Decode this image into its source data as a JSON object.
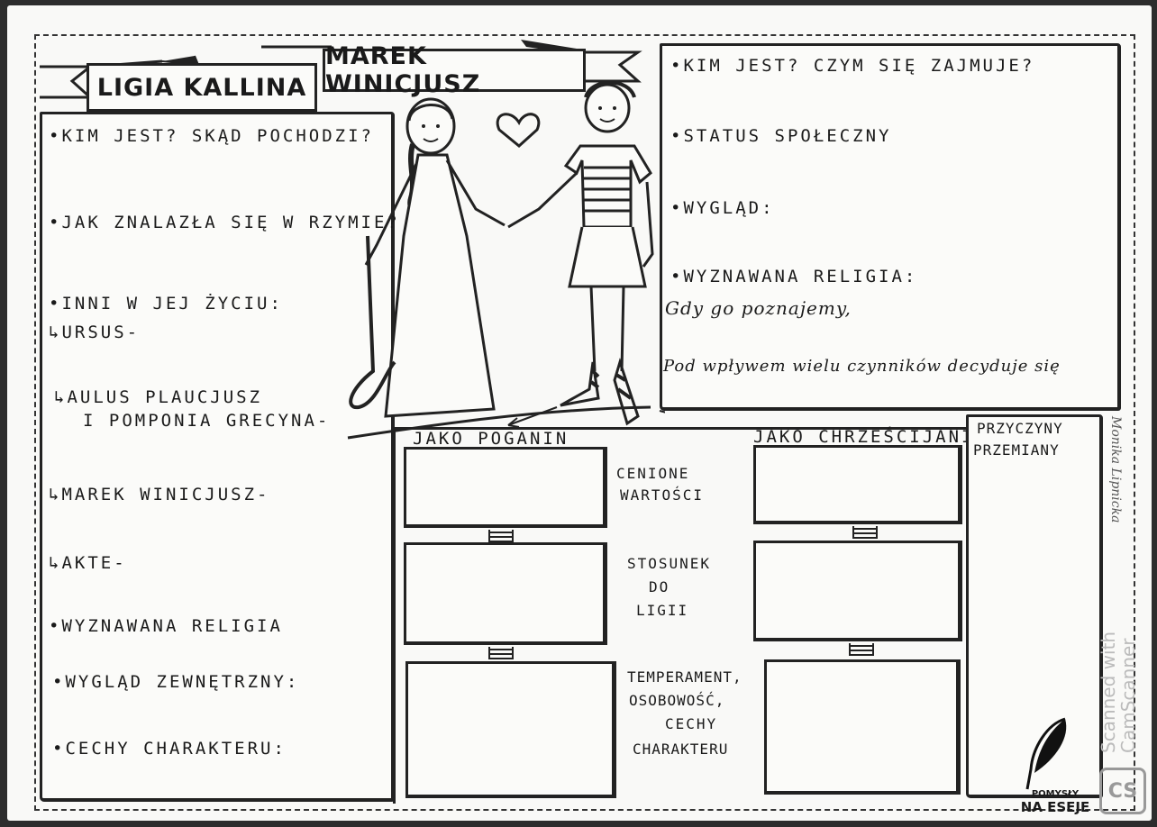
{
  "left": {
    "title": "LIGIA KALLINA",
    "items": [
      "•KIM JEST? SKĄD POCHODZI?",
      "•JAK ZNALAZŁA SIĘ W RZYMIE?",
      "•INNI W JEJ ŻYCIU:",
      "↳URSUS-",
      "↳AULUS PLAUCJUSZ",
      "I POMPONIA GRECYNA-",
      "↳MAREK WINICJUSZ-",
      "↳AKTE-",
      "•WYZNAWANA RELIGIA",
      "•WYGLĄD ZEWNĘTRZNY:",
      "•CECHY CHARAKTERU:"
    ]
  },
  "center": {
    "title": "MAREK WINICJUSZ"
  },
  "right": {
    "items": [
      "•KIM JEST? CZYM SIĘ ZAJMUJE?",
      "•STATUS SPOŁECZNY",
      "•WYGLĄD:",
      "•WYZNAWANA RELIGIA:"
    ],
    "script_1": "Gdy go poznajemy,",
    "script_2": "Pod wpływem wielu czynników decyduje się"
  },
  "comparison": {
    "col_pagan": "JAKO POGANIN",
    "col_christian": "JAKO CHRZEŚCIJANIN",
    "rows": [
      {
        "l1": "CENIONE",
        "l2": "WARTOŚCI",
        "l3": "",
        "l4": ""
      },
      {
        "l1": "STOSUNEK",
        "l2": "DO",
        "l3": "LIGII",
        "l4": ""
      },
      {
        "l1": "TEMPERAMENT,",
        "l2": "OSOBOWOŚĆ,",
        "l3": "CECHY",
        "l4": "CHARAKTERU"
      }
    ]
  },
  "change": {
    "l1": "PRZYCZYNY",
    "l2": "PRZEMIANY"
  },
  "watermark": {
    "scanned": "Scanned with",
    "app": "CamScanner",
    "vertical_handwritten": "Monika Lipnicka",
    "logo": "CS"
  },
  "brand": {
    "line1": "POMYSŁY",
    "line2": "NA ESEJE"
  }
}
